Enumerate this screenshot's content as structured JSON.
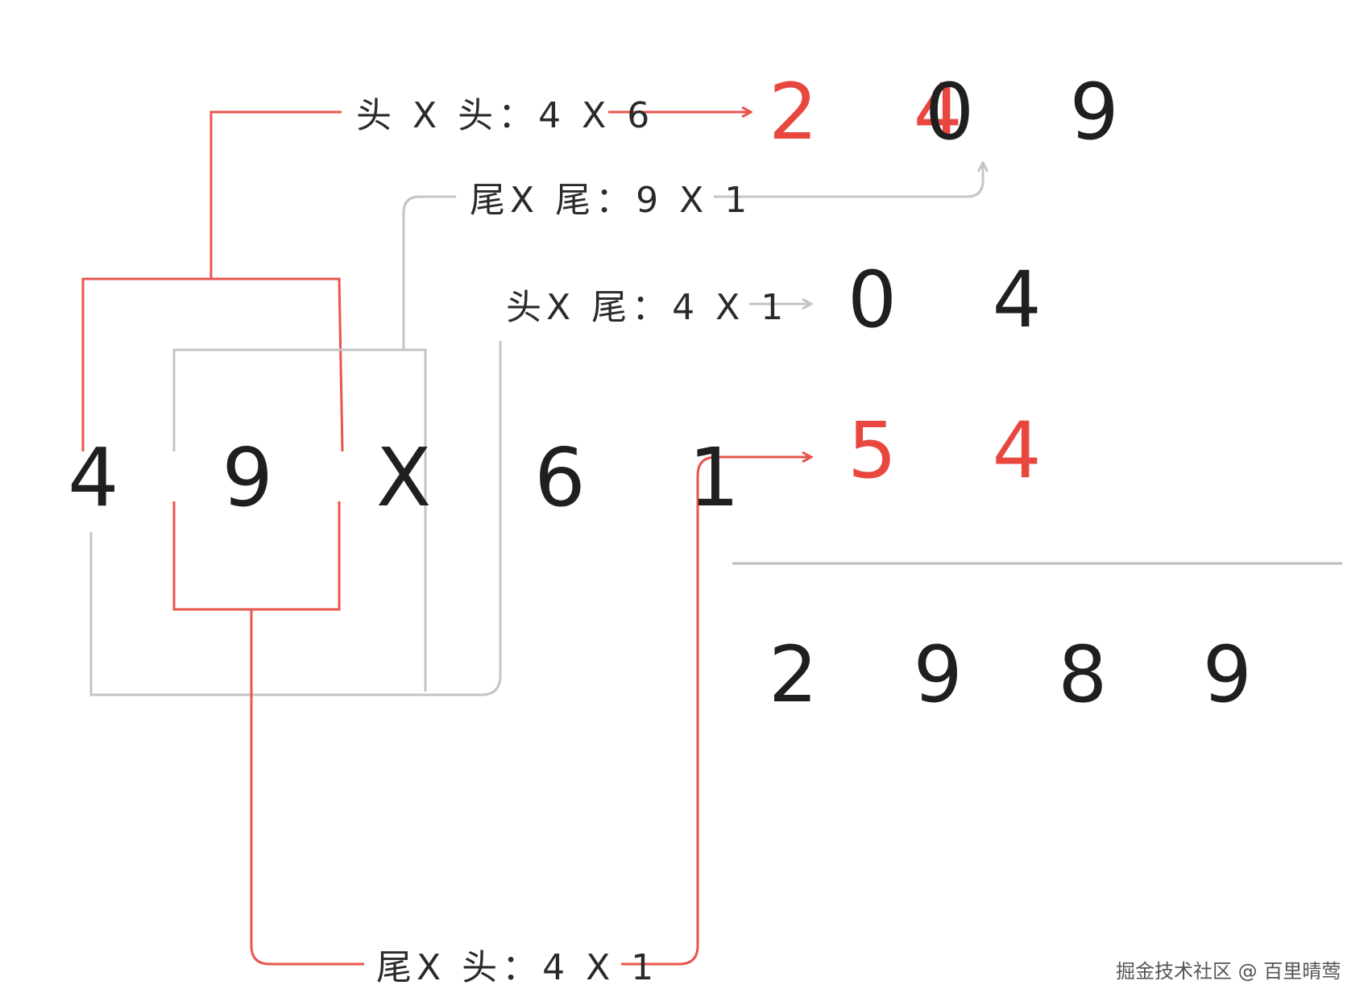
{
  "operand_text": "4 9 X 6 1",
  "labels": {
    "head_x_head": "头 X 头：4 X 6",
    "tail_x_tail": "尾X 尾：9 X 1",
    "head_x_tail": "头X 尾：4 X 1",
    "tail_x_head": "尾X 头：4 X 1"
  },
  "results": {
    "row1_red": "2 4",
    "row1_dark": "0 9",
    "row2": "0 4",
    "row3": "5 4",
    "total": "2 9 8 9"
  },
  "watermark": "掘金技术社区 @ 百里晴莺",
  "colors": {
    "accent": "#e8473f",
    "text": "#1f1f1f",
    "guide_gray": "#c4c4c4"
  }
}
